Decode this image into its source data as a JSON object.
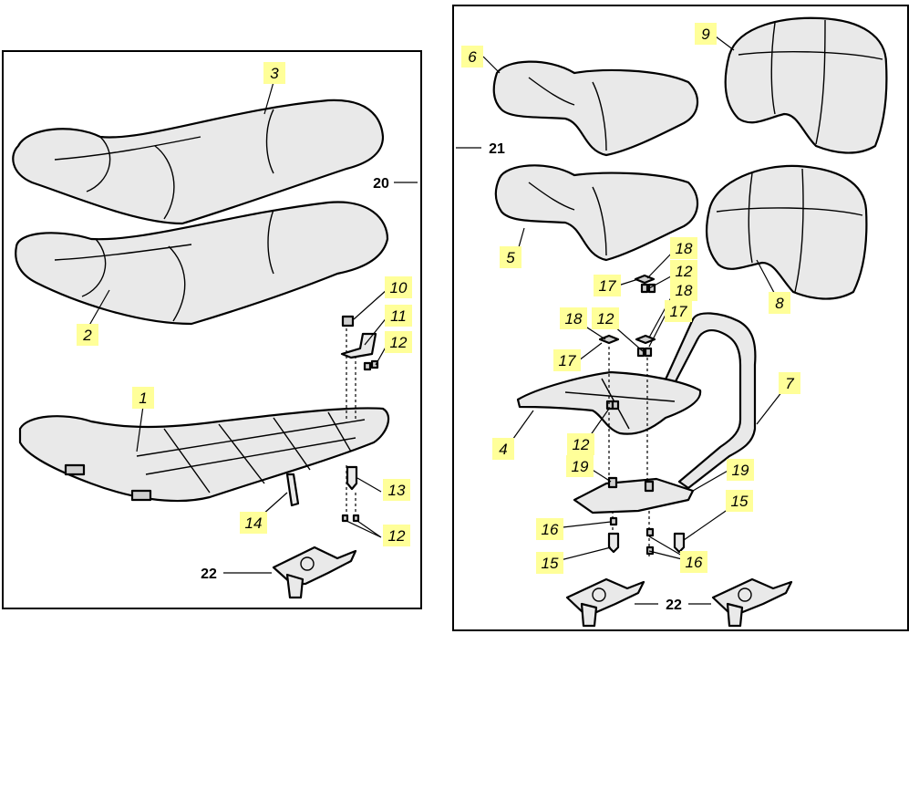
{
  "diagram": {
    "callouts": [
      {
        "id": "c1",
        "label": "1"
      },
      {
        "id": "c2",
        "label": "2"
      },
      {
        "id": "c3",
        "label": "3"
      },
      {
        "id": "c4",
        "label": "4"
      },
      {
        "id": "c5",
        "label": "5"
      },
      {
        "id": "c6",
        "label": "6"
      },
      {
        "id": "c7",
        "label": "7"
      },
      {
        "id": "c8",
        "label": "8"
      },
      {
        "id": "c9",
        "label": "9"
      },
      {
        "id": "c10",
        "label": "10"
      },
      {
        "id": "c11",
        "label": "11"
      },
      {
        "id": "c12a",
        "label": "12"
      },
      {
        "id": "c12b",
        "label": "12"
      },
      {
        "id": "c12c",
        "label": "12"
      },
      {
        "id": "c12d",
        "label": "12"
      },
      {
        "id": "c12e",
        "label": "12"
      },
      {
        "id": "c12f",
        "label": "12"
      },
      {
        "id": "c13",
        "label": "13"
      },
      {
        "id": "c14",
        "label": "14"
      },
      {
        "id": "c15a",
        "label": "15"
      },
      {
        "id": "c15b",
        "label": "15"
      },
      {
        "id": "c16a",
        "label": "16"
      },
      {
        "id": "c16b",
        "label": "16"
      },
      {
        "id": "c17a",
        "label": "17"
      },
      {
        "id": "c17b",
        "label": "17"
      },
      {
        "id": "c17c",
        "label": "17"
      },
      {
        "id": "c18a",
        "label": "18"
      },
      {
        "id": "c18b",
        "label": "18"
      },
      {
        "id": "c18c",
        "label": "18"
      },
      {
        "id": "c19a",
        "label": "19"
      },
      {
        "id": "c19b",
        "label": "19"
      }
    ],
    "assemblies": [
      {
        "id": "a20",
        "label": "20"
      },
      {
        "id": "a21",
        "label": "21"
      },
      {
        "id": "a22a",
        "label": "22"
      },
      {
        "id": "a22b",
        "label": "22"
      }
    ]
  }
}
